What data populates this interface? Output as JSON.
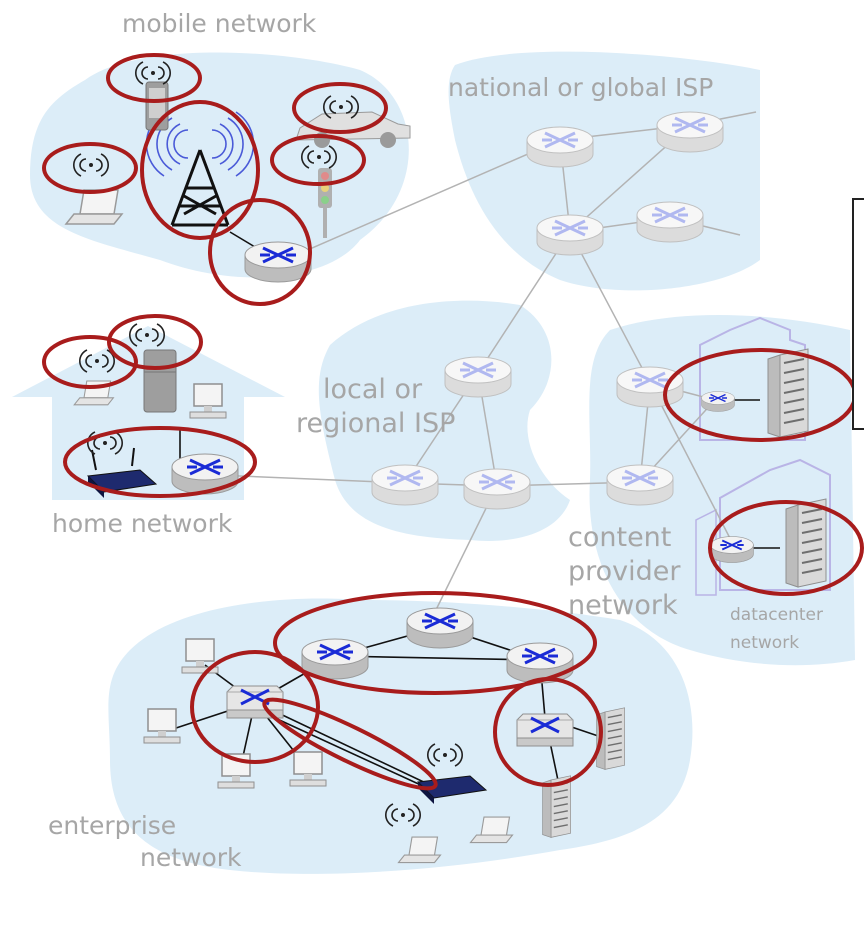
{
  "labels": {
    "mobile_network": "mobile network",
    "national_isp": "national or global ISP",
    "local_isp_line1": "local or",
    "local_isp_line2": "regional ISP",
    "home_network": "home network",
    "content_line1": "content",
    "content_line2": "provider",
    "content_line3": "network",
    "datacenter_line1": "datacenter",
    "datacenter_line2": "network",
    "enterprise_line1": "enterprise",
    "enterprise_line2": "network"
  },
  "colors": {
    "region_fill": "#dcedf8",
    "annotation_red": "#a81c1c",
    "router_top": "#f2f2f2",
    "router_side": "#bdbdbd",
    "router_arrows": "#1a2bd6",
    "link_gray": "#b3b3b3",
    "label_gray": "#a6a6a6"
  }
}
